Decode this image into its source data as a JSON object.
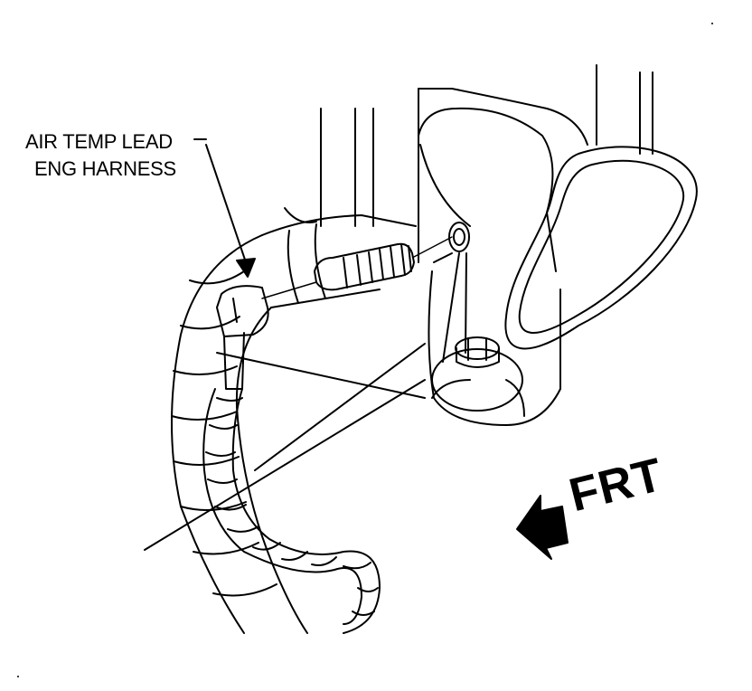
{
  "diagram": {
    "callout": {
      "line1": "AIR TEMP LEAD",
      "line2": "ENG HARNESS"
    },
    "direction_label": "FRT",
    "colors": {
      "ink": "#000000",
      "paper": "#ffffff"
    },
    "icons": {
      "direction_arrow": "arrow-left-filled-icon",
      "callout_arrow": "arrow-down-filled-icon"
    }
  }
}
